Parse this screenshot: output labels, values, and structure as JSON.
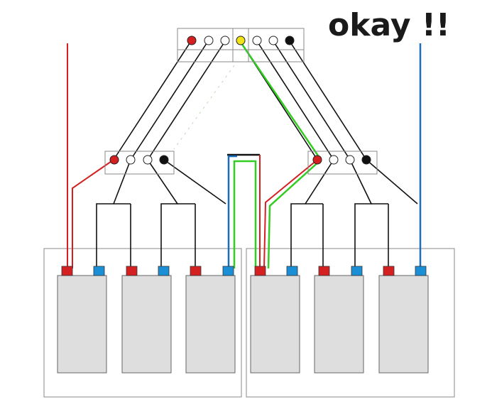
{
  "title": "okay !!",
  "colors": {
    "background": "#ffffff",
    "wire_black": "#111111",
    "wire_red": "#d42020",
    "wire_blue": "#1a6fb8",
    "wire_green": "#33cc22",
    "terminal_red": "#d42020",
    "terminal_blue": "#1a8fd6",
    "terminal_yellow": "#f2e21a",
    "terminal_black": "#111111",
    "terminal_white": "#ffffff",
    "battery_fill": "#dedede",
    "outline": "#888888"
  },
  "connectors": {
    "top": {
      "pins": [
        "red",
        "white",
        "white",
        "yellow",
        "white",
        "white",
        "black"
      ]
    },
    "left": {
      "pins": [
        "red",
        "white",
        "white",
        "black"
      ]
    },
    "right": {
      "pins": [
        "red",
        "white",
        "white",
        "black"
      ]
    }
  },
  "battery_packs": [
    {
      "cells": 3,
      "terminals": [
        "red",
        "blue",
        "red",
        "blue",
        "red",
        "blue"
      ]
    },
    {
      "cells": 3,
      "terminals": [
        "red",
        "blue",
        "red",
        "blue",
        "red",
        "blue"
      ]
    }
  ]
}
